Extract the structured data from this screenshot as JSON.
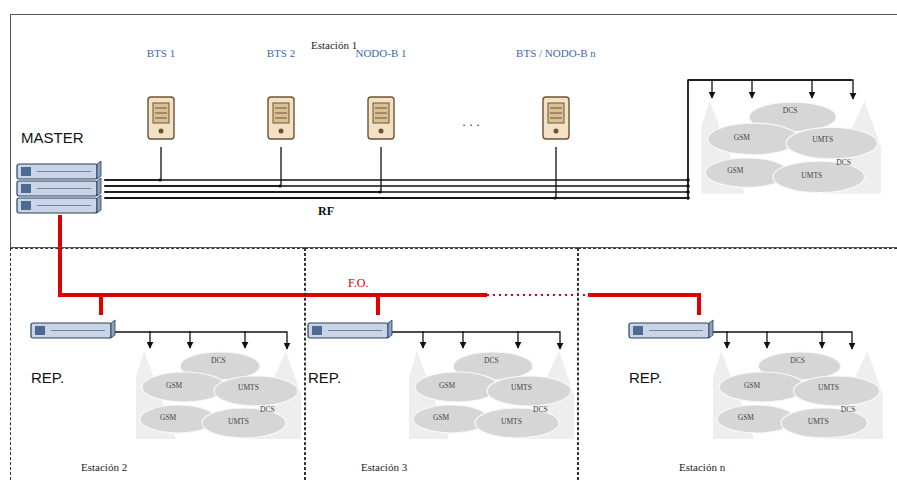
{
  "diagram": {
    "nodes": [
      {
        "text": [
          "Estación 1"
        ]
      },
      {
        "text": [
          "MASTER"
        ],
        "in": 0
      },
      {
        "text": [
          "BTS 1"
        ],
        "in": 0
      },
      {
        "text": [
          "BTS 2"
        ],
        "in": 0
      },
      {
        "text": [
          "NODO-B 1"
        ],
        "in": 0
      },
      {
        "text": [
          "BTS / NODO-B n"
        ],
        "in": 0
      },
      {
        "text": [
          "DCS",
          "GSM",
          "UMTS",
          "DCS",
          "GSM",
          "UMTS"
        ],
        "in": 0
      },
      {
        "text": [
          "Estación 2"
        ]
      },
      {
        "text": [
          "REP."
        ],
        "in": 7
      },
      {
        "text": [
          "DCS",
          "GSM",
          "UMTS",
          "DCS",
          "GSM",
          "UMTS"
        ],
        "in": 7
      },
      {
        "text": [
          "Estación 3"
        ]
      },
      {
        "text": [
          "REP."
        ],
        "in": 10
      },
      {
        "text": [
          "DCS",
          "GSM",
          "UMTS",
          "DCS",
          "GSM",
          "UMTS"
        ],
        "in": 10
      },
      {
        "text": [
          "Estación n"
        ]
      },
      {
        "text": [
          "REP."
        ],
        "in": 13
      },
      {
        "text": [
          "DCS",
          "GSM",
          "UMTS",
          "DCS",
          "GSM",
          "UMTS"
        ],
        "in": 13
      }
    ],
    "edges": [
      {
        "from": 1,
        "to": 2,
        "arrow": "none"
      },
      {
        "from": 1,
        "to": 3,
        "arrow": "none"
      },
      {
        "from": 1,
        "to": 4,
        "arrow": "none"
      },
      {
        "from": 1,
        "to": 5,
        "arrow": "none"
      },
      {
        "from": 1,
        "to": 6,
        "arrow": "to"
      },
      {
        "from": 1,
        "to": 8,
        "arrow": "none"
      },
      {
        "from": 1,
        "to": 11,
        "arrow": "none"
      },
      {
        "from": 1,
        "to": 14,
        "arrow": "none"
      },
      {
        "from": 8,
        "to": 9,
        "arrow": "to"
      },
      {
        "from": 11,
        "to": 12,
        "arrow": "to"
      },
      {
        "from": 14,
        "to": 15,
        "arrow": "to"
      }
    ],
    "labels": [
      "RF",
      "F.O.",
      "· · ·"
    ]
  }
}
